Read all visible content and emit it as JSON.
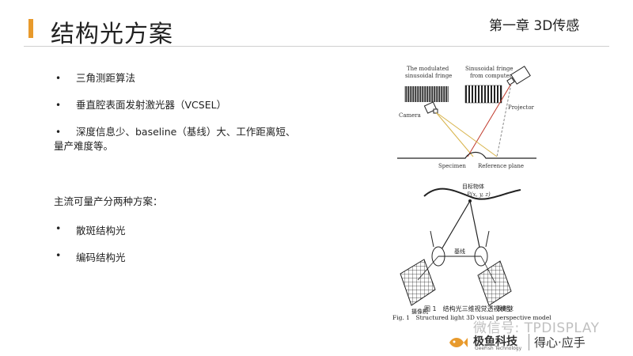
{
  "header": {
    "title": "结构光方案",
    "chapter": "第一章 3D传感"
  },
  "bullets": [
    {
      "line1": "三角测距算法",
      "line2": ""
    },
    {
      "line1": "垂直腔表面发射激光器（VCSEL）",
      "line2": ""
    },
    {
      "line1": "深度信息少、baseline（基线）大、工作距离短、",
      "line2": "量产难度等。"
    }
  ],
  "intro": "主流可量产分两种方案：",
  "schemes": [
    "散斑结构光",
    "编码结构光"
  ],
  "figure_top": {
    "label_modulated_1": "The modulated",
    "label_modulated_2": "sinusoidal fringe",
    "label_computer_1": "Sinusoidal fringe",
    "label_computer_2": "from computer",
    "label_camera": "Camera",
    "label_projector": "Projector",
    "label_specimen": "Specimen",
    "label_reference": "Reference plane"
  },
  "figure_bottom": {
    "label_object": "目标物体",
    "label_point": "P(x, y, z)",
    "label_baseline": "基线",
    "label_camera": "摄像机",
    "label_projector": "投影仪",
    "caption_cn": "图 1　结构光三维视觉透视模型",
    "caption_en": "Fig. 1　Structured light 3D visual perspective model"
  },
  "watermark": {
    "account": "微信号: TPDISPLAY",
    "brand": "极鱼科技",
    "brand_en": "GeeFish Technology",
    "slogan": "得心·应手"
  },
  "colors": {
    "accent": "#e89a2c",
    "ray_red": "#c0392b",
    "ray_yellow": "#d8b34a"
  }
}
